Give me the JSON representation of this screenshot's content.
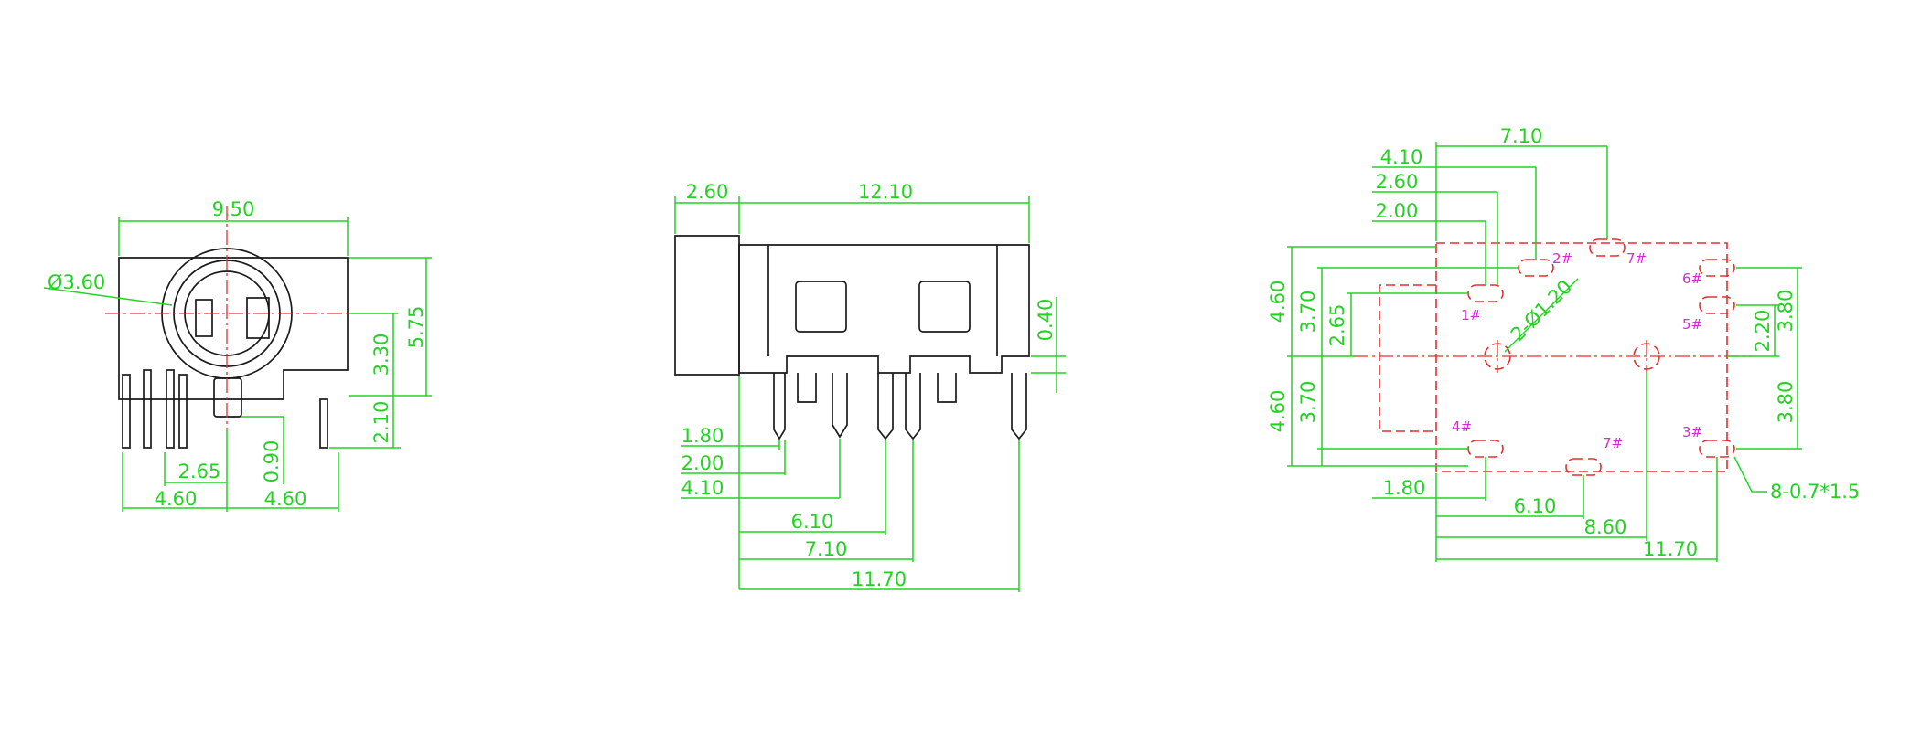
{
  "colors": {
    "outline": "#1a1a1a",
    "dimension": "#22d322",
    "center_line": "#e23030",
    "pin_label": "#d12bd1",
    "background": "#ffffff"
  },
  "front_view": {
    "width": "9.50",
    "hole_dia": "Ø3.60",
    "height_total": "5.75",
    "center_height": "3.30",
    "pin_length": "2.10",
    "pin_offset": "0.90",
    "spacing_small": "2.65",
    "spacing_left": "4.60",
    "spacing_right": "4.60"
  },
  "side_view": {
    "nose": "2.60",
    "body_length": "12.10",
    "step": "0.40",
    "pin_1": "1.80",
    "pin_2": "2.00",
    "pin_3": "4.10",
    "pin_4": "6.10",
    "pin_5": "7.10",
    "pin_6": "11.70"
  },
  "footprint": {
    "top_1": "7.10",
    "top_2": "4.10",
    "top_3": "2.60",
    "top_4": "2.00",
    "left_1": "4.60",
    "left_2": "3.70",
    "left_3": "2.65",
    "left_4": "4.60",
    "left_5": "3.70",
    "hole_note": "2-Ø1.20",
    "right_1": "2.20",
    "right_2": "3.80",
    "right_3": "3.80",
    "bottom_1": "1.80",
    "bottom_2": "6.10",
    "bottom_3": "8.60",
    "bottom_4": "11.70",
    "slot_note": "8-0.7*1.5",
    "pins": {
      "p1": "1#",
      "p2": "2#",
      "p3": "3#",
      "p4": "4#",
      "p5": "5#",
      "p6": "6#",
      "p7a": "7#",
      "p7b": "7#"
    }
  }
}
